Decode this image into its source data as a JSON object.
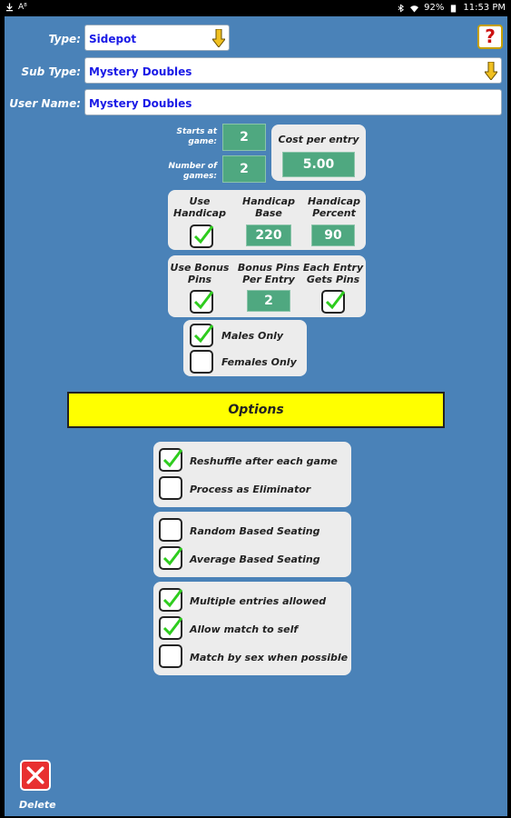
{
  "status": {
    "battery": "92%",
    "time": "11:53 PM"
  },
  "form": {
    "type_label": "Type:",
    "type_value": "Sidepot",
    "subtype_label": "Sub Type:",
    "subtype_value": "Mystery Doubles",
    "username_label": "User Name:",
    "username_value": "Mystery Doubles"
  },
  "games": {
    "starts_label": "Starts at game:",
    "starts_value": "2",
    "number_label": "Number of games:",
    "number_value": "2",
    "cost_label": "Cost per entry",
    "cost_value": "5.00"
  },
  "handicap": {
    "use_label": "Use Handicap",
    "use_checked": true,
    "base_label": "Handicap Base",
    "base_value": "220",
    "percent_label": "Handicap Percent",
    "percent_value": "90"
  },
  "bonus": {
    "use_label": "Use Bonus Pins",
    "use_checked": true,
    "per_entry_label": "Bonus Pins Per Entry",
    "per_entry_value": "2",
    "each_label": "Each Entry Gets Pins",
    "each_checked": true
  },
  "gender": {
    "males_label": "Males Only",
    "males_checked": true,
    "females_label": "Females Only",
    "females_checked": false
  },
  "options": {
    "title": "Options",
    "reshuffle_label": "Reshuffle after each game",
    "reshuffle_checked": true,
    "eliminator_label": "Process as Eliminator",
    "eliminator_checked": false,
    "random_label": "Random Based Seating",
    "random_checked": false,
    "average_label": "Average Based Seating",
    "average_checked": true,
    "multiple_label": "Multiple entries allowed",
    "multiple_checked": true,
    "self_label": "Allow match to self",
    "self_checked": true,
    "sex_label": "Match by sex when possible",
    "sex_checked": false
  },
  "footer": {
    "delete_label": "Delete"
  },
  "colors": {
    "background": "#4a82b8",
    "accent_green": "#4fa880",
    "options_bar": "#ffff00",
    "delete_red": "#e83030"
  }
}
